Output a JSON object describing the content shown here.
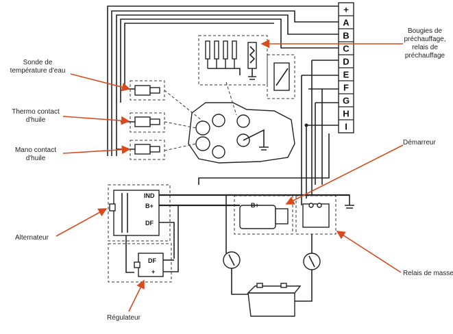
{
  "terminal_strip": {
    "terminals": [
      "+",
      "A",
      "B",
      "C",
      "D",
      "E",
      "F",
      "G",
      "H",
      "I"
    ]
  },
  "labels": {
    "sonde": "Sonde de\ntempérature d'eau",
    "thermo": "Thermo contact\nd'huile",
    "mano": "Mano contact\nd'huile",
    "alternateur": "Alternateur",
    "regulateur": "Régulateur",
    "bougies": "Bougies de\npréchauffage,\nrelais de\npréchauffage",
    "demarreur": "Démarreur",
    "relais_masse": "Relais de masse"
  },
  "pins": {
    "ind": "IND",
    "b_plus": "B+",
    "df": "DF",
    "reg_df": "DF",
    "reg_plus": "+",
    "starter_b_plus": "B+"
  },
  "colors": {
    "arrow": "#d94a1e",
    "line": "#222222"
  }
}
